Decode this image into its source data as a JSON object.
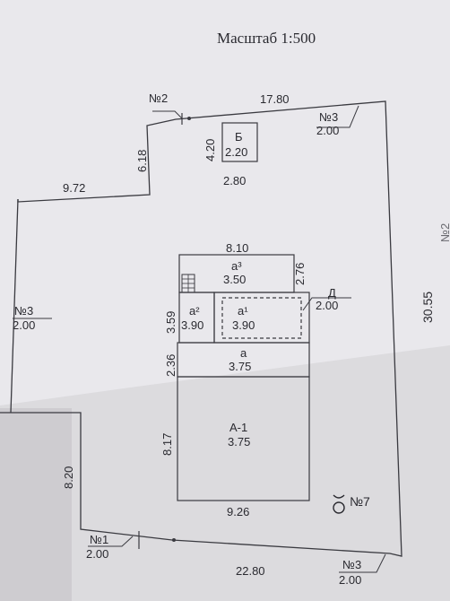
{
  "document": {
    "scale_label": "Масштаб 1:500",
    "outer_dims": {
      "top": "17.80",
      "top_left_riser": "6.18",
      "left_step": "9.72",
      "right": "30.55",
      "left_lower": "8.20",
      "bottom": "22.80"
    },
    "markers": {
      "n2": "№2",
      "n3_top": "№3",
      "n3_top_val": "2.00",
      "n3_left": "№3",
      "n3_left_val": "2.00",
      "n1": "№1",
      "n1_val": "2.00",
      "n3_bottom": "№3",
      "n3_bottom_val": "2.00",
      "n7": "№7",
      "d_label": "Д",
      "d_val": "2.00"
    },
    "building_b": {
      "label": "Б",
      "height": "2.20",
      "left_dim": "4.20",
      "bottom_dim": "2.80"
    },
    "rooms": {
      "a3_label": "а³",
      "a3_val": "3.50",
      "a3_top_dim": "8.10",
      "a3_right_dim": "2.76",
      "a2_label": "а²",
      "a2_val": "3.90",
      "a2_left_dim": "3.59",
      "a1_label": "а¹",
      "a1_val": "3.90",
      "a_label": "а",
      "a_val": "3.75",
      "a_left_dim": "2.36",
      "a1main_label": "А-1",
      "a1main_val": "3.75",
      "a1main_left_dim": "8.17",
      "a1main_bottom_dim": "9.26"
    },
    "edge_text": "№2"
  }
}
